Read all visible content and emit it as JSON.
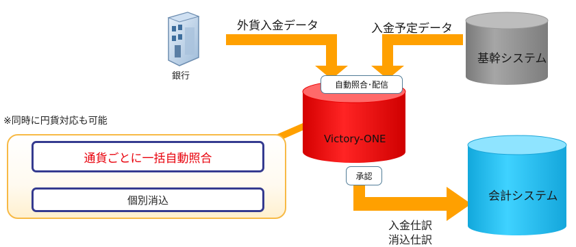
{
  "nodes": {
    "bank": {
      "label": "銀行",
      "icon": "bank-building-icon"
    },
    "core_system": {
      "label": "基幹システム",
      "color": "#8c8c8c"
    },
    "victory_one": {
      "label": "Victory-ONE",
      "color": "#e8000b"
    },
    "accounting_system": {
      "label": "会計システム",
      "color": "#22b8ea"
    }
  },
  "flows": {
    "foreign_deposit_data": "外貨入金データ",
    "scheduled_deposit_data": "入金予定データ",
    "auto_match_delivery": "自動照合･配信",
    "approval": "承認",
    "deposit_journal": "入金仕訳",
    "clearing_journal": "消込仕訳",
    "arrow_color": "#ffa000"
  },
  "features": {
    "note": "※同時に円貨対応も可能",
    "bulk_auto_match": "通貨ごとに一括自動照合",
    "individual_clearing": "個別消込",
    "highlight_color": "#e8000b",
    "box_border_color": "#343a8f"
  }
}
